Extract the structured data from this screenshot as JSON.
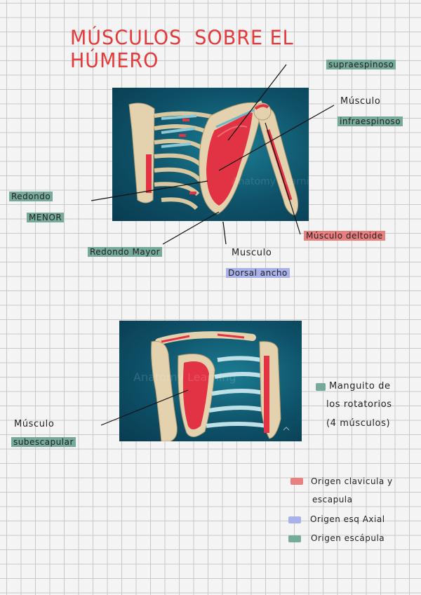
{
  "title": {
    "word1": "MÚSCULOS",
    "word2": "SOBRE EL HÚMERO"
  },
  "top_labels": {
    "supraespinoso": "supraespinoso",
    "infraespinoso_line1": "Músculo",
    "infraespinoso_line2": "infraespinoso",
    "redondo_menor_line1": "Redondo",
    "redondo_menor_line2": "MENOR",
    "redondo_mayor": "Redondo Mayor",
    "dorsal_line1": "Musculo",
    "dorsal_line2": "Dorsal ancho",
    "deltoide": "Músculo deltoide"
  },
  "bottom_labels": {
    "subescapular_line1": "Músculo",
    "subescapular_line2": "subescapular"
  },
  "photo_watermark": "Anatomy Learning",
  "note": {
    "line1": "Manguito de",
    "line2": "los rotatorios",
    "line3": "(4 músculos)"
  },
  "legend": {
    "items": [
      {
        "line1": "Origen clavicula y",
        "line2": "escapula",
        "color": "#ea7f80"
      },
      {
        "line1": "Origen esq Axial",
        "line2": "",
        "color": "#a9b1ea"
      },
      {
        "line1": "Origen escápula",
        "line2": "",
        "color": "#76ab9c"
      }
    ]
  },
  "colors": {
    "title": "#e8393a",
    "teal": "#76ab9c",
    "red": "#ea7f80",
    "blue": "#a9b1ea",
    "muscle": "#e23344",
    "bone": "#e4d2ae"
  }
}
